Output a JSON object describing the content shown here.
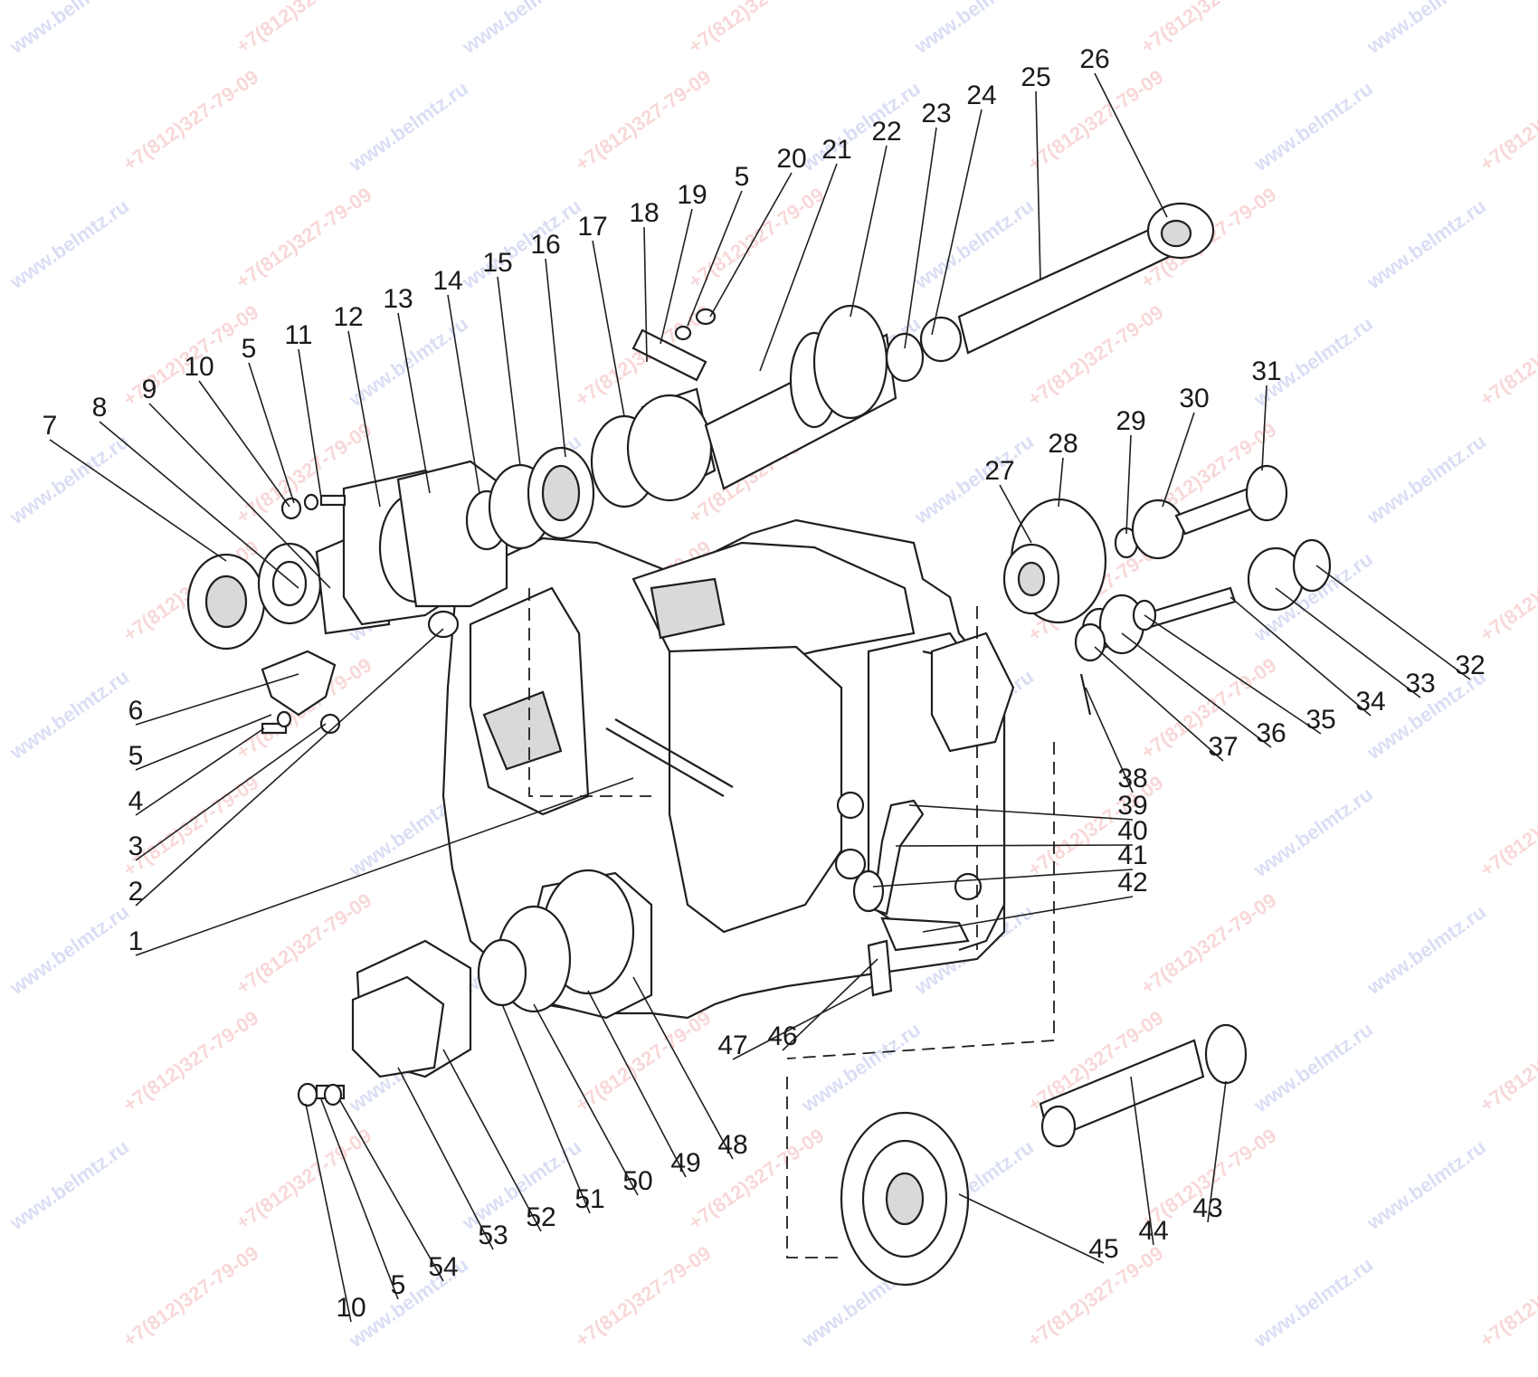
{
  "colors": {
    "line": "#1f1f1f",
    "watermark_red": "#e05050",
    "watermark_blue": "#5a6fd0"
  },
  "watermarks": {
    "site": "www.belmtz.ru",
    "phone": "+7(812)327-79-09"
  },
  "part_numbers": [
    "1",
    "2",
    "3",
    "4",
    "5",
    "6",
    "7",
    "8",
    "9",
    "10",
    "11",
    "12",
    "13",
    "14",
    "15",
    "16",
    "17",
    "18",
    "19",
    "20",
    "21",
    "22",
    "23",
    "24",
    "25",
    "26",
    "27",
    "28",
    "29",
    "30",
    "31",
    "32",
    "33",
    "34",
    "35",
    "36",
    "37",
    "38",
    "39",
    "40",
    "41",
    "42",
    "43",
    "44",
    "45",
    "46",
    "47",
    "48",
    "49",
    "50",
    "51",
    "52",
    "53",
    "54"
  ]
}
